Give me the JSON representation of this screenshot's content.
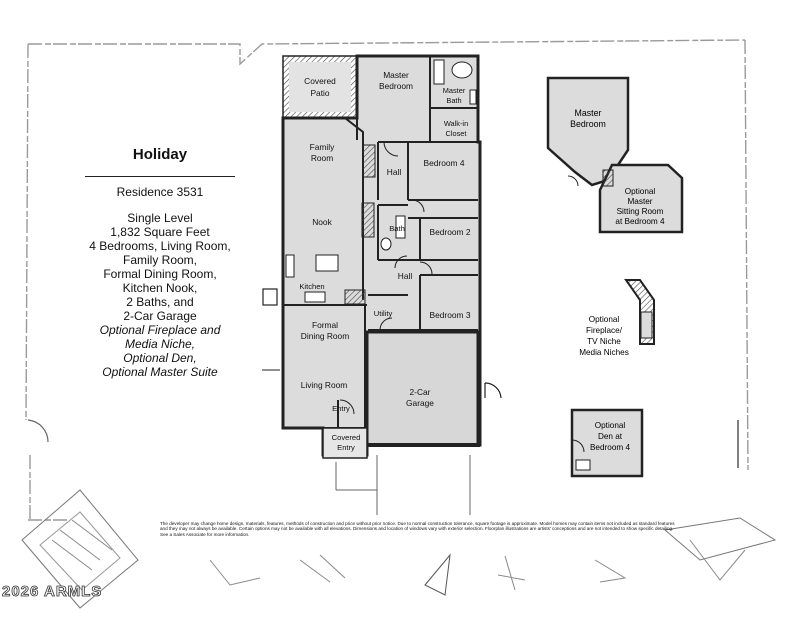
{
  "info": {
    "title": "Holiday",
    "residence": "Residence 3531",
    "features": [
      "Single Level",
      "1,832 Square Feet",
      "4 Bedrooms, Living Room,",
      "Family Room,",
      "Formal Dining Room,",
      "Kitchen Nook,",
      "2 Baths, and",
      "2-Car Garage"
    ],
    "options": [
      "Optional Fireplace and",
      "Media Niche,",
      "Optional Den,",
      "Optional Master Suite"
    ]
  },
  "rooms": {
    "covered_patio": [
      "Covered",
      "Patio"
    ],
    "master_bedroom": [
      "Master",
      "Bedroom"
    ],
    "master_bath": [
      "Master",
      "Bath"
    ],
    "walkin_closet": [
      "Walk-in",
      "Closet"
    ],
    "family_room": [
      "Family",
      "Room"
    ],
    "hall_1": [
      "Hall"
    ],
    "bedroom_4": [
      "Bedroom 4"
    ],
    "nook": [
      "Nook"
    ],
    "bath": [
      "Bath"
    ],
    "bedroom_2": [
      "Bedroom 2"
    ],
    "hall_2": [
      "Hall"
    ],
    "kitchen": [
      "Kitchen"
    ],
    "utility": [
      "Utility"
    ],
    "bedroom_3": [
      "Bedroom 3"
    ],
    "formal_dining": [
      "Formal",
      "Dining Room"
    ],
    "living_room": [
      "Living Room"
    ],
    "garage": [
      "2-Car",
      "Garage"
    ],
    "entry": [
      "Entry"
    ],
    "covered_entry": [
      "Covered",
      "Entry"
    ]
  },
  "options_plans": {
    "master_suite_bedroom": [
      "Master",
      "Bedroom"
    ],
    "sitting_room": [
      "Optional",
      "Master",
      "Sitting Room",
      "at Bedroom 4"
    ],
    "fireplace": [
      "Optional",
      "Fireplace/",
      "TV Niche",
      "Media Niches"
    ],
    "den": [
      "Optional",
      "Den at",
      "Bedroom 4"
    ]
  },
  "disclaimer": "The developer may change home design, materials, features, methods of construction and price without prior notice. Due to normal construction tolerance, square footage is approximate. Model homes may contain items not included as standard features and they may not always be available. Certain options may not be available with all elevations. Dimensions and location of windows vary with exterior selection. Floorplan illustrations are artists' conceptions and are not intended to show specific detailing. See a Sales Associate for more information.",
  "copyright": "2026 ARMLS",
  "colors": {
    "floor": "#dcdcdc",
    "wall": "#222222",
    "paper": "#ffffff",
    "sketch": "#999999"
  }
}
